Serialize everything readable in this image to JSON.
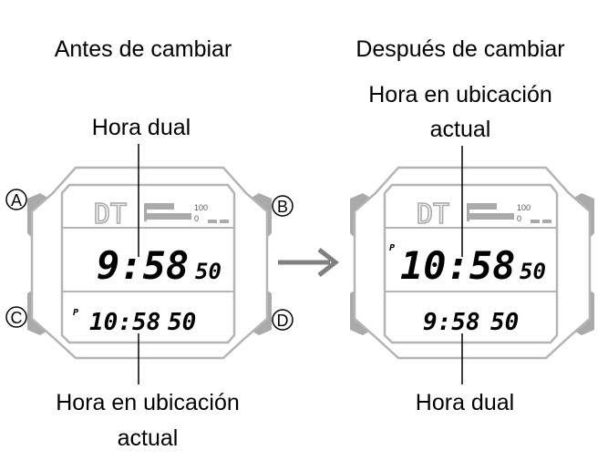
{
  "before": {
    "title": "Antes de cambiar",
    "top_label": "Hora dual",
    "bottom_label_line1": "Hora en ubicación",
    "bottom_label_line2": "actual",
    "display": {
      "mode": "DT",
      "scale_high": "100",
      "scale_low": "0",
      "main_time": "9:58",
      "main_seconds": "50",
      "sub_indicator": "P",
      "sub_time": "10:58",
      "sub_seconds": "50"
    }
  },
  "after": {
    "title": "Después de cambiar",
    "top_label_line1": "Hora en ubicación",
    "top_label_line2": "actual",
    "bottom_label": "Hora dual",
    "display": {
      "mode": "DT",
      "scale_high": "100",
      "scale_low": "0",
      "main_indicator": "P",
      "main_time": "10:58",
      "main_seconds": "50",
      "sub_time": "9:58",
      "sub_seconds": "50"
    }
  },
  "buttons": {
    "a": "A",
    "b": "B",
    "c": "C",
    "d": "D"
  },
  "arrow_icon": "arrow-right-icon",
  "colors": {
    "watch_outline": "#b4b4b4",
    "button_fill": "#aaaaaa",
    "arrow": "#808080"
  }
}
